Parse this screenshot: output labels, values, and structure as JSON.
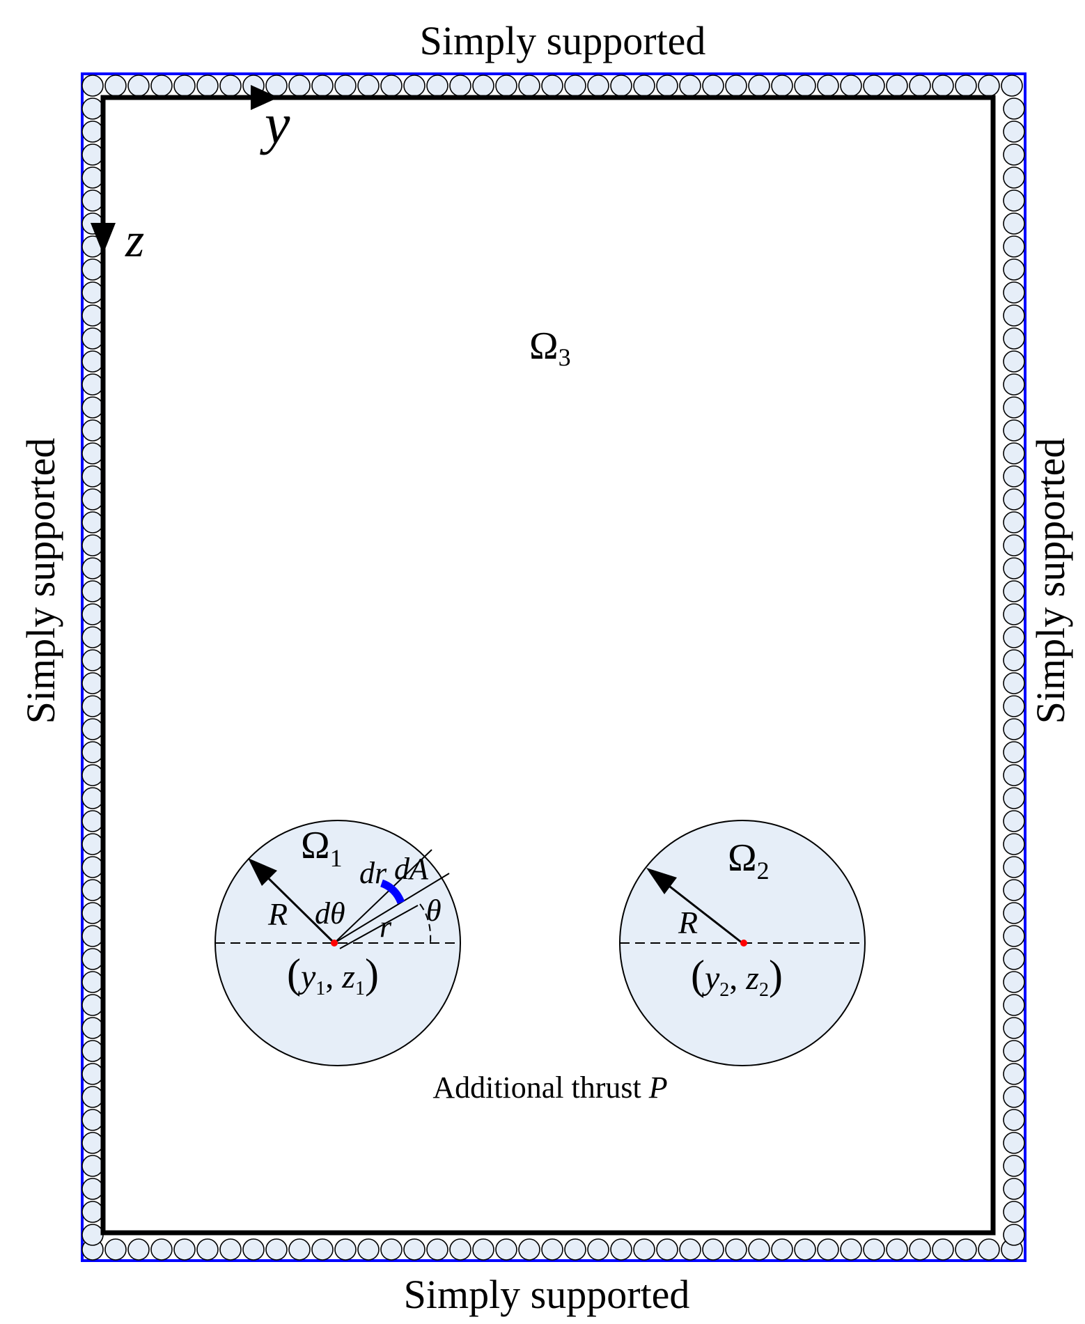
{
  "boundary": {
    "top": "Simply supported",
    "bottom": "Simply supported",
    "left": "Simply supported",
    "right": "Simply supported"
  },
  "axes": {
    "horizontal": "y",
    "vertical": "z"
  },
  "regions": {
    "omega3": {
      "symbol": "Ω",
      "sub": "3"
    },
    "omega1": {
      "symbol": "Ω",
      "sub": "1",
      "radius": "R",
      "d_theta": "dθ",
      "dr": "dr",
      "dA": "dA",
      "r": "r",
      "theta": "θ",
      "center_y": "y",
      "center_y_sub": "1",
      "center_z": "z",
      "center_z_sub": "1"
    },
    "omega2": {
      "symbol": "Ω",
      "sub": "2",
      "radius": "R",
      "center_y": "y",
      "center_y_sub": "2",
      "center_z": "z",
      "center_z_sub": "2"
    }
  },
  "load": {
    "text": "Additional thrust ",
    "symbol": "P"
  },
  "colors": {
    "frame": "#0000ff",
    "roller_fill": "#e6eef8",
    "hole_fill": "#e6eef8",
    "dA_arc": "#0000ff",
    "center_dot": "#ff0000"
  }
}
